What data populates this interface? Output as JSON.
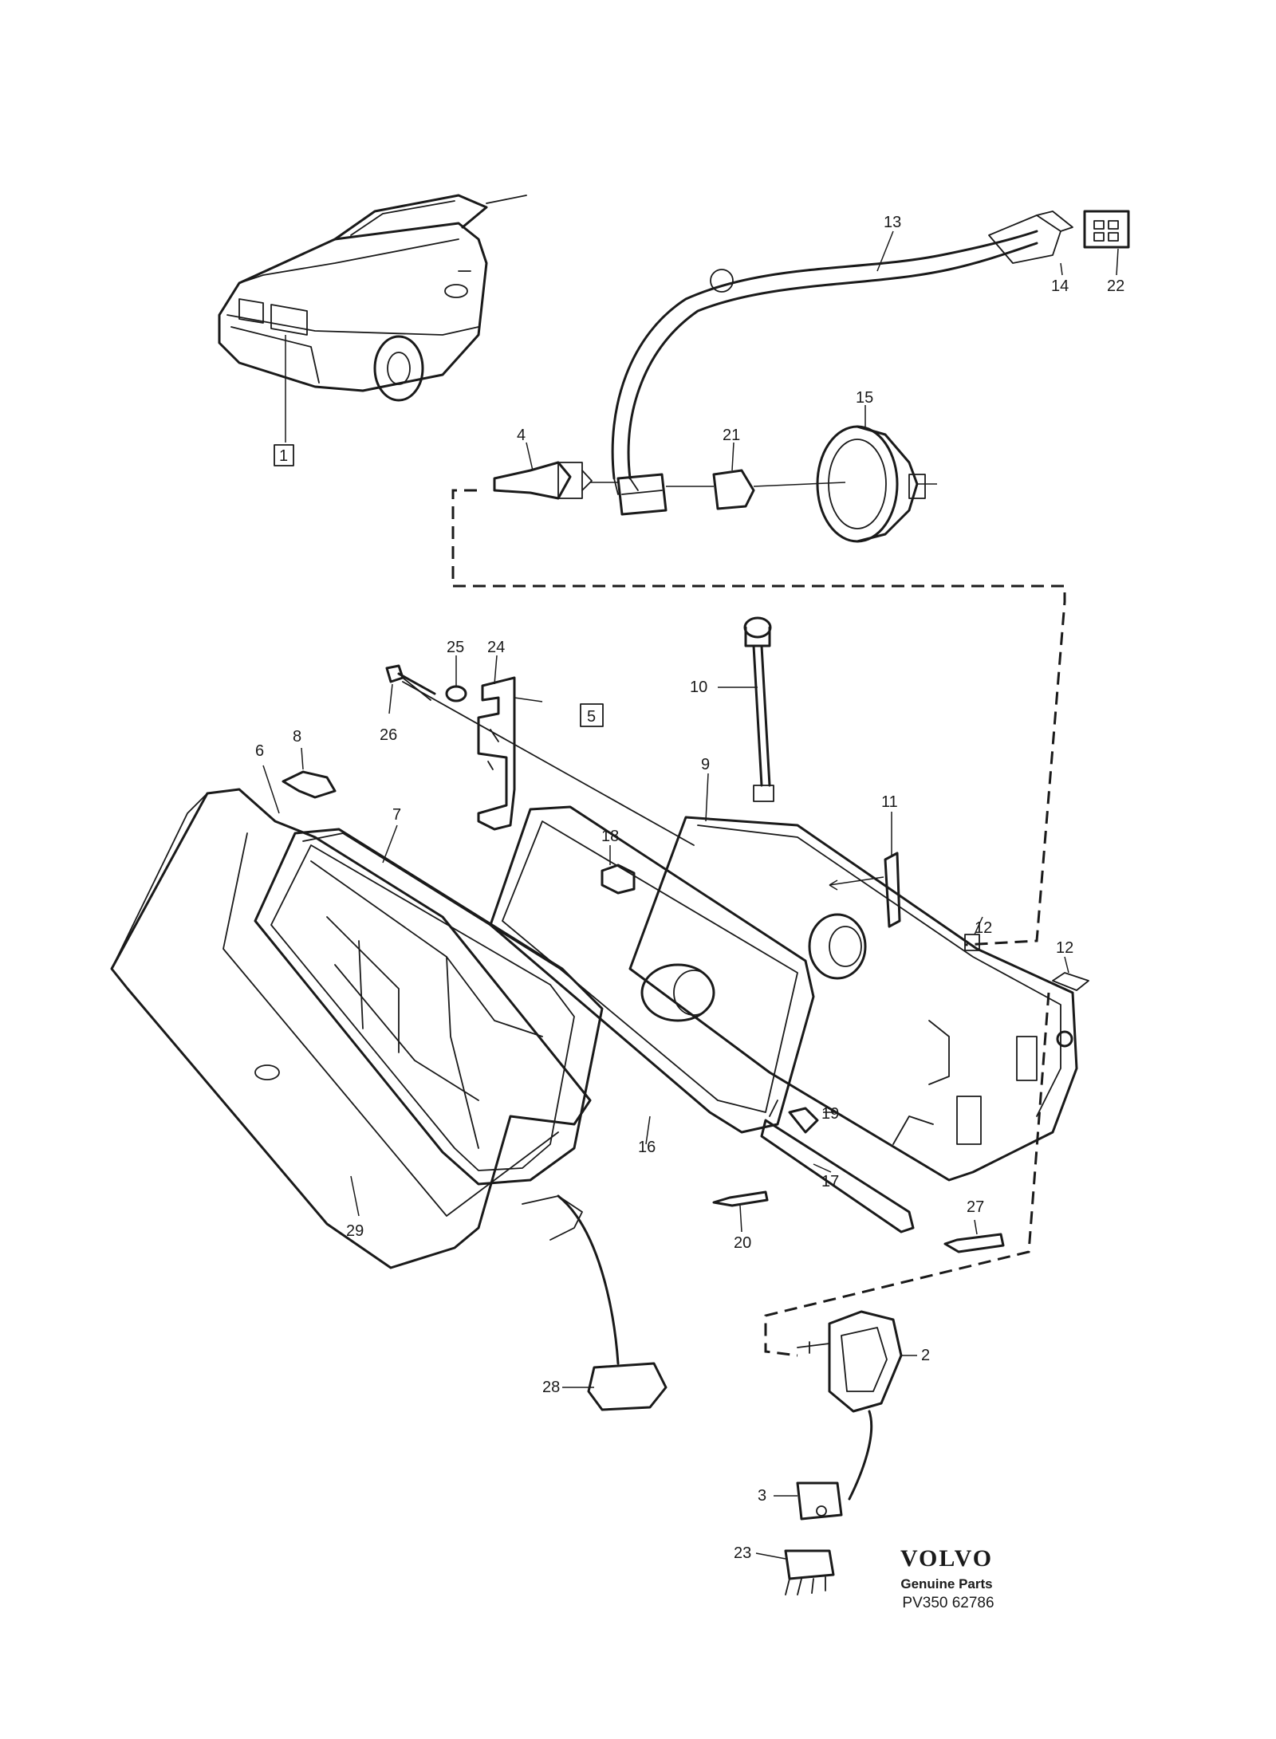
{
  "callouts": {
    "c1": "1",
    "c2": "2",
    "c3": "3",
    "c4": "4",
    "c5": "5",
    "c6": "6",
    "c7": "7",
    "c8": "8",
    "c9": "9",
    "c10": "10",
    "c11": "11",
    "c12a": "12",
    "c12b": "12",
    "c13": "13",
    "c14": "14",
    "c15": "15",
    "c16": "16",
    "c17": "17",
    "c18": "18",
    "c19": "19",
    "c20": "20",
    "c21": "21",
    "c22": "22",
    "c23": "23",
    "c24": "24",
    "c25": "25",
    "c26": "26",
    "c27": "27",
    "c28": "28",
    "c29": "29"
  },
  "brand": {
    "name": "VOLVO",
    "subtitle": "Genuine Parts",
    "diagram_code": "PV350 62786"
  }
}
